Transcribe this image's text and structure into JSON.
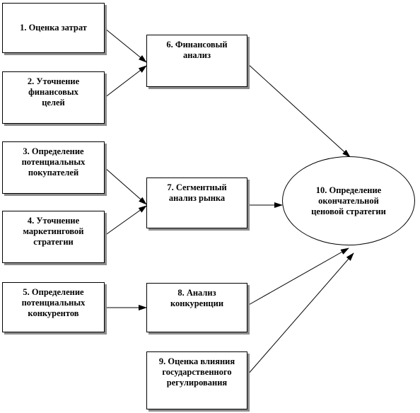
{
  "diagram": {
    "nodes": {
      "n1": "1. Оценка затрат",
      "n2": "2. Уточнение финансовых целей",
      "n3": "3. Определение потенциальных покупателей",
      "n4": "4. Уточнение маркетинговой стратегии",
      "n5": "5. Определение потенциальных конкурентов",
      "n6": "6. Финансовый анализ",
      "n7": "7. Сегментный анализ рынка",
      "n8": "8. Анализ конкуренции",
      "n9": "9. Оценка влияния государственного регулирования",
      "n10": "10. Определение окончательной ценовой стратегии"
    },
    "edges": [
      {
        "from": "n1",
        "to": "n6"
      },
      {
        "from": "n2",
        "to": "n6"
      },
      {
        "from": "n3",
        "to": "n7"
      },
      {
        "from": "n4",
        "to": "n7"
      },
      {
        "from": "n5",
        "to": "n8"
      },
      {
        "from": "n6",
        "to": "n10"
      },
      {
        "from": "n7",
        "to": "n10"
      },
      {
        "from": "n8",
        "to": "n10"
      },
      {
        "from": "n9",
        "to": "n10"
      }
    ]
  }
}
